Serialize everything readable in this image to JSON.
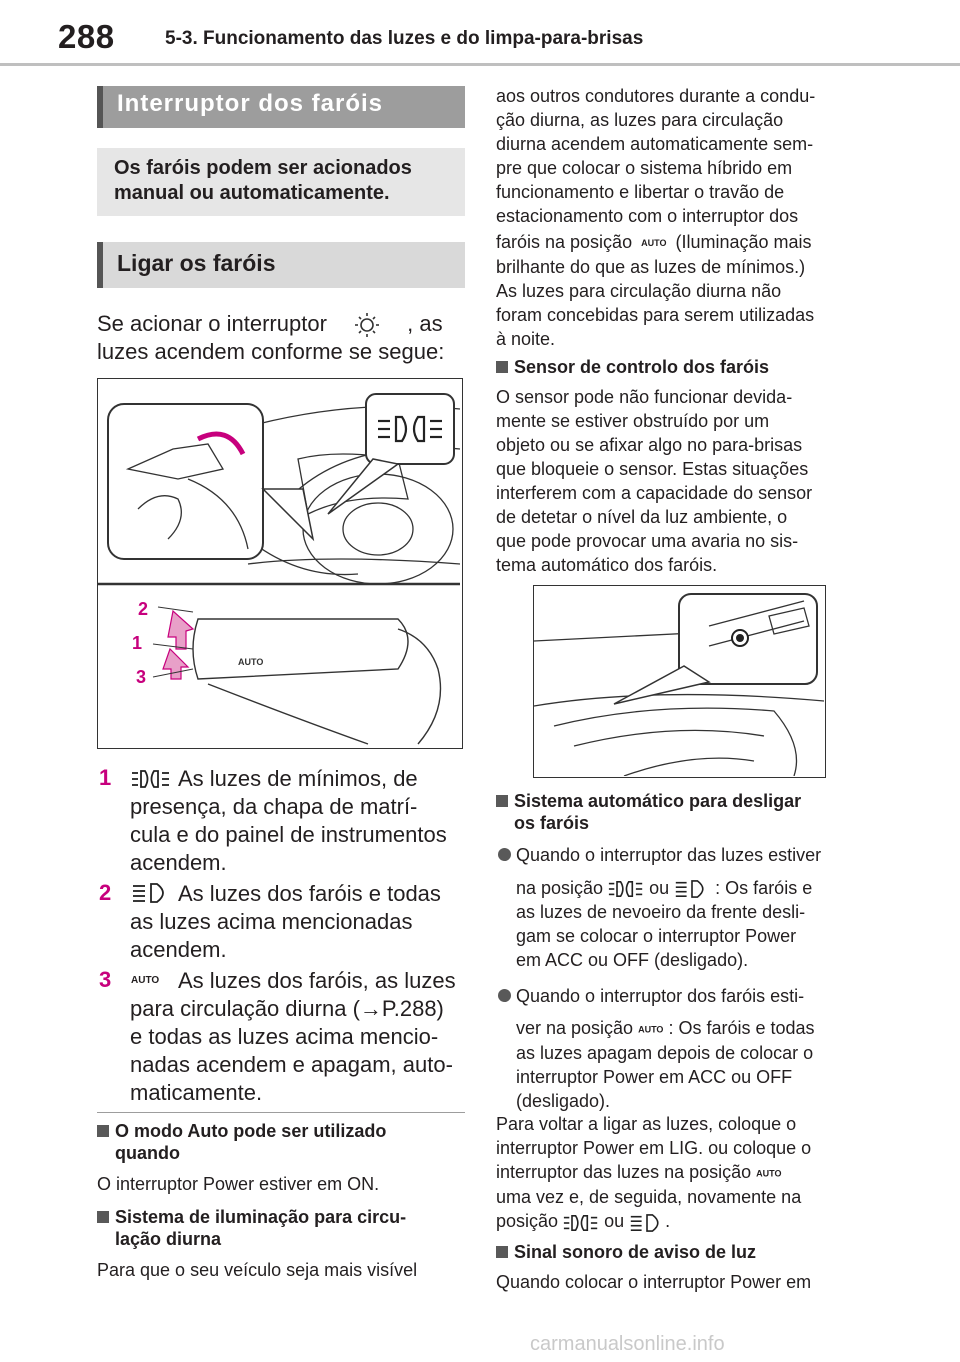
{
  "header": {
    "page_number": "288",
    "section": "5-3. Funcionamento das luzes e do limpa-para-brisas"
  },
  "title_bar": "Interruptor dos faróis",
  "intro": "Os faróis podem ser acionados manual ou automaticamente.",
  "subtitle_bar": "Ligar os faróis",
  "para1": {
    "before": "Se acionar o interruptor",
    "after": ", as",
    "line2": "luzes acendem conforme se segue:"
  },
  "figure1": {
    "callouts": [
      "2",
      "1",
      "3"
    ],
    "switch_label": "AUTO"
  },
  "list": [
    {
      "num": "1",
      "lines": [
        "As luzes de mínimos, de",
        "presença, da chapa de matrí-",
        "cula e do painel de instrumentos",
        "acendem."
      ]
    },
    {
      "num": "2",
      "lines": [
        "As luzes dos faróis e todas",
        "as luzes acima mencionadas",
        "acendem."
      ]
    },
    {
      "num": "3",
      "lines": [
        "As luzes dos faróis, as luzes",
        "para circulação diurna (→P.288)",
        "e todas as luzes acima mencio-",
        "nadas acendem e apagam, auto-",
        "maticamente."
      ]
    }
  ],
  "auto_mode": {
    "heading": [
      "O modo Auto pode ser utilizado",
      "quando"
    ],
    "text": "O interruptor Power estiver em ON."
  },
  "drl": {
    "heading": [
      "Sistema de iluminação para circu-",
      "lação diurna"
    ],
    "text": "Para que o seu veículo seja mais visível"
  },
  "right_col": {
    "cont_lines": [
      "aos outros condutores durante a condu-",
      "ção diurna, as luzes para circulação",
      "diurna acendem automaticamente sem-",
      "pre que colocar o sistema híbrido em",
      "funcionamento e libertar o travão de",
      "estacionamento com o interruptor dos"
    ],
    "cont2_first_before": "faróis na posição",
    "cont2_first_after": "(Iluminação mais",
    "cont2_lines": [
      "brilhante do que as luzes de mínimos.)",
      "As luzes para circulação diurna não",
      "foram concebidas para serem utilizadas",
      "à noite."
    ],
    "sensor_heading": "Sensor de controlo dos faróis",
    "sensor_lines": [
      "O sensor pode não funcionar devida-",
      "mente se estiver obstruído por um",
      "objeto ou se afixar algo no para-brisas",
      "que bloqueie o sensor. Estas situações",
      "interferem com a capacidade do sensor",
      "de detetar o nível da luz ambiente, o",
      "que pode provocar uma avaria no sis-",
      "tema automático dos faróis."
    ],
    "auto_off_heading": [
      "Sistema automático para desligar",
      "os faróis"
    ],
    "bullet1": {
      "first": "Quando o interruptor das luzes estiver",
      "pos_before": "na posição",
      "or": "ou",
      "pos_after": ": Os faróis e",
      "lines": [
        "as luzes de nevoeiro da frente desli-",
        "gam se colocar o interruptor Power",
        "em ACC ou OFF (desligado)."
      ]
    },
    "bullet2": {
      "first": "Quando o interruptor dos faróis esti-",
      "pos_before": "ver na posição",
      "pos_after": ": Os faróis e todas",
      "lines": [
        "as luzes apagam depois de colocar o",
        "interruptor Power em ACC ou OFF",
        "(desligado)."
      ]
    },
    "return_lines": [
      "Para voltar a ligar as luzes, coloque o",
      "interruptor Power em LIG. ou coloque o"
    ],
    "return_l3": "interruptor das luzes na posição",
    "return_l4": "uma vez e, de seguida, novamente na",
    "return_l5_before": "posição",
    "return_l5_or": "ou",
    "return_l5_end": ".",
    "warn_heading": "Sinal sonoro de aviso de luz",
    "warn_text": "Quando colocar o interruptor Power em"
  },
  "auto_icon_text": "AUTO",
  "watermark": "carmanualsonline.info"
}
